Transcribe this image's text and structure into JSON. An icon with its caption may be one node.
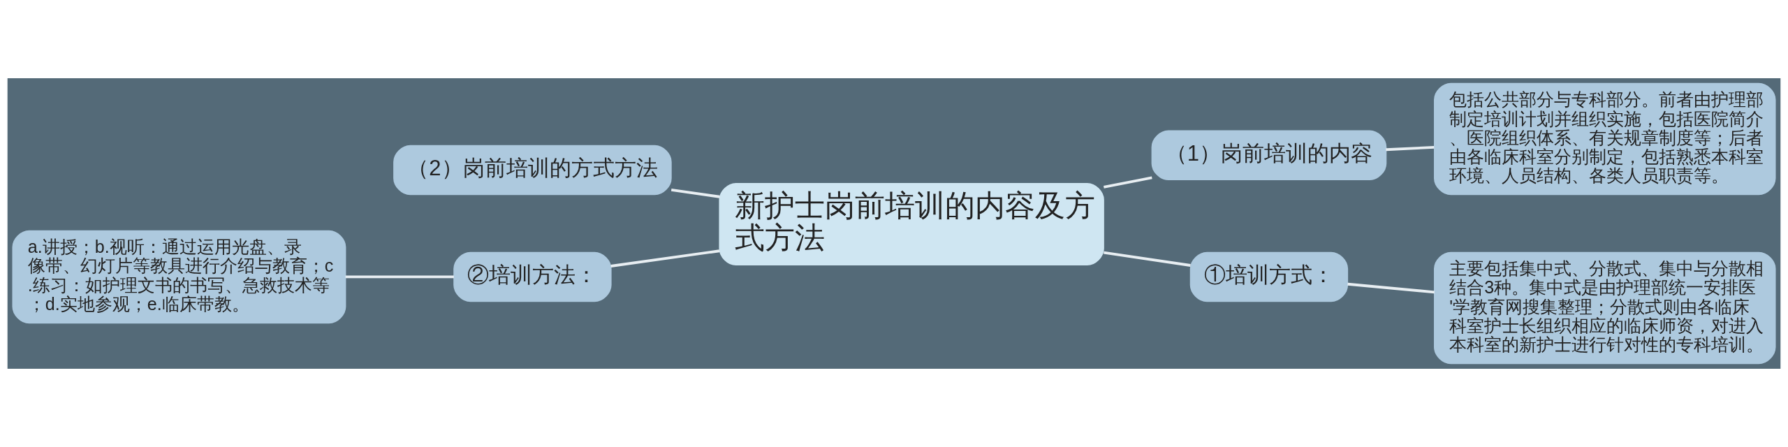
{
  "diagram": {
    "nodes": [
      {
        "text": [
          "新护士岗前培训的内容及方式方法"
        ]
      },
      {
        "text": [
          "（1）岗前培训的内容"
        ]
      },
      {
        "text": [
          "包括公共部分与专科部分。前者由护理部制定培训计划并组织实施，包括医院简介、医院组织体系、有关规章制度等；后者由各临床科室分别制定，包括熟悉本科室环境、人员结构、各类人员职责等。"
        ]
      },
      {
        "text": [
          "①培训方式："
        ]
      },
      {
        "text": [
          "主要包括集中式、分散式、集中与分散相结合3种。集中式是由护理部统一安排医'学教育网搜集整理；分散式则由各临床科室护士长组织相应的临床师资，对进入本科室的新护士进行针对性的专科培训。"
        ]
      },
      {
        "text": [
          "（2）岗前培训的方式方法"
        ]
      },
      {
        "text": [
          "②培训方法："
        ]
      },
      {
        "text": [
          "a.讲授；b.视听：通过运用光盘、录像带、幻灯片等教具进行介绍与教育；c.练习：如护理文书的书写、急救技术等；d.实地参观；e.临床带教。"
        ]
      }
    ],
    "edges": [
      {
        "from": 0,
        "to": 1,
        "arrow": "none"
      },
      {
        "from": 1,
        "to": 2,
        "arrow": "none"
      },
      {
        "from": 0,
        "to": 3,
        "arrow": "none"
      },
      {
        "from": 3,
        "to": 4,
        "arrow": "none"
      },
      {
        "from": 0,
        "to": 5,
        "arrow": "none"
      },
      {
        "from": 0,
        "to": 6,
        "arrow": "none"
      },
      {
        "from": 6,
        "to": 7,
        "arrow": "none"
      }
    ]
  }
}
